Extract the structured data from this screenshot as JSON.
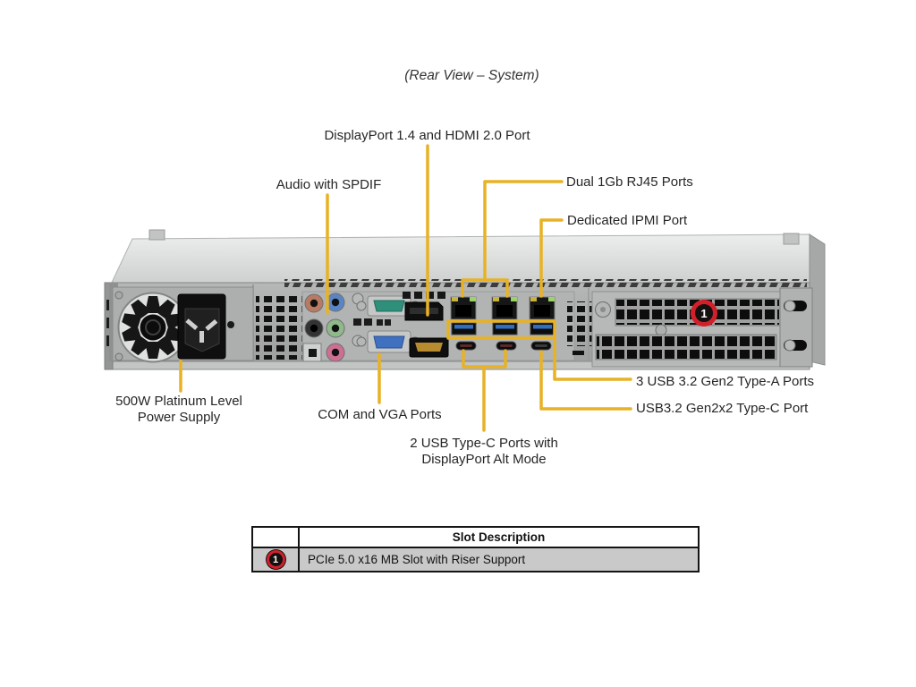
{
  "title": "(Rear View – System)",
  "colors": {
    "callout": "#e8b226",
    "badge_red": "#d2202a",
    "table_row_bg": "#c9c9c9"
  },
  "labels": {
    "display_hdmi": "DisplayPort 1.4 and HDMI 2.0 Port",
    "audio": "Audio with SPDIF",
    "rj45": "Dual 1Gb RJ45 Ports",
    "ipmi": "Dedicated IPMI Port",
    "psu": "500W Platinum Level\nPower Supply",
    "com_vga": "COM and VGA Ports",
    "usb_typec_dp": "2 USB Type-C Ports with\nDisplayPort Alt Mode",
    "usb_a": "3 USB 3.2 Gen2 Type-A Ports",
    "usb_c_gen2x2": "USB3.2 Gen2x2 Type-C Port"
  },
  "slot_marker": {
    "number": "1"
  },
  "table": {
    "header": "Slot Description",
    "rows": [
      {
        "marker": "1",
        "description": "PCIe 5.0 x16 MB Slot with Riser Support"
      }
    ]
  }
}
